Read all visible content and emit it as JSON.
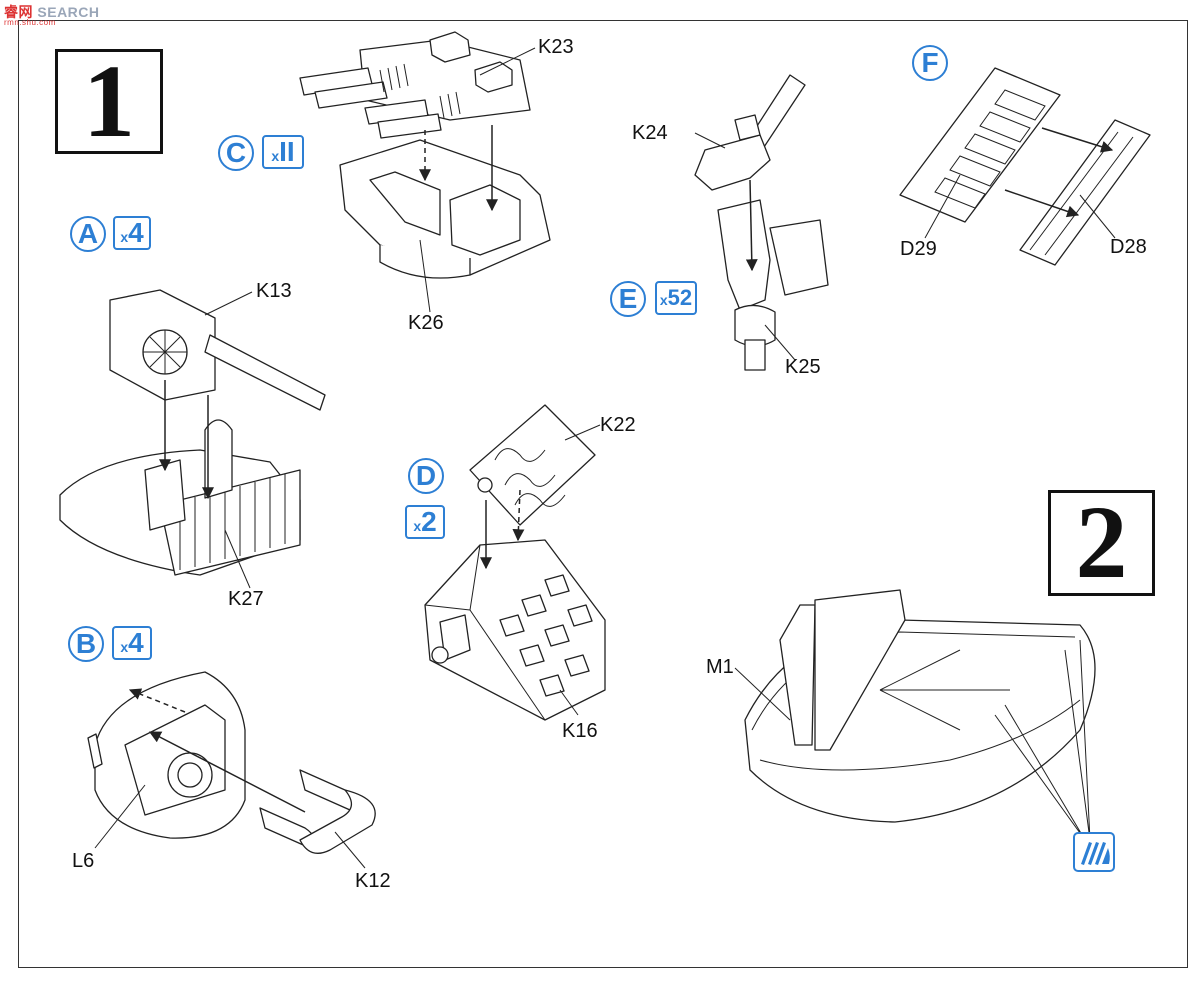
{
  "watermark": {
    "cn": "睿网",
    "text": "SEARCH",
    "site": "rmn.shu.com"
  },
  "steps": {
    "one": "1",
    "two": "2"
  },
  "callouts": {
    "A": {
      "letter": "A",
      "x": "x",
      "count": "4"
    },
    "B": {
      "letter": "B",
      "x": "x",
      "count": "4"
    },
    "C": {
      "letter": "C",
      "x": "x",
      "count": "II"
    },
    "D": {
      "letter": "D",
      "x": "x",
      "count": "2"
    },
    "E": {
      "letter": "E",
      "x": "x",
      "count": "52"
    },
    "F": {
      "letter": "F"
    }
  },
  "parts": {
    "K23": "K23",
    "K26": "K26",
    "K24": "K24",
    "K25": "K25",
    "D29": "D29",
    "D28": "D28",
    "K13": "K13",
    "K27": "K27",
    "K22": "K22",
    "K16": "K16",
    "L6": "L6",
    "K12": "K12",
    "M1": "M1"
  },
  "icons": {
    "brush": "painting-icon"
  },
  "colors": {
    "accent": "#2d7fd4",
    "ink": "#222222"
  }
}
